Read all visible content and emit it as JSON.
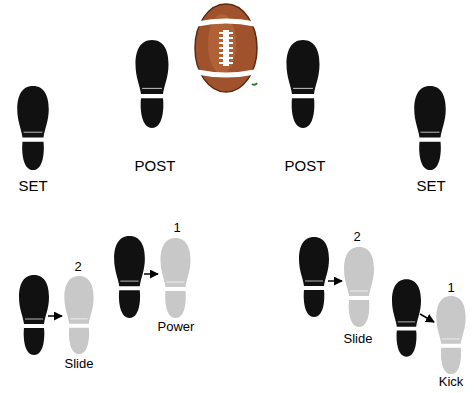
{
  "diagram": {
    "labels": [
      "SET",
      "POST",
      "POST",
      "SET",
      "1",
      "2",
      "2",
      "1",
      "Power",
      "Slide",
      "Slide",
      "Kick"
    ]
  }
}
